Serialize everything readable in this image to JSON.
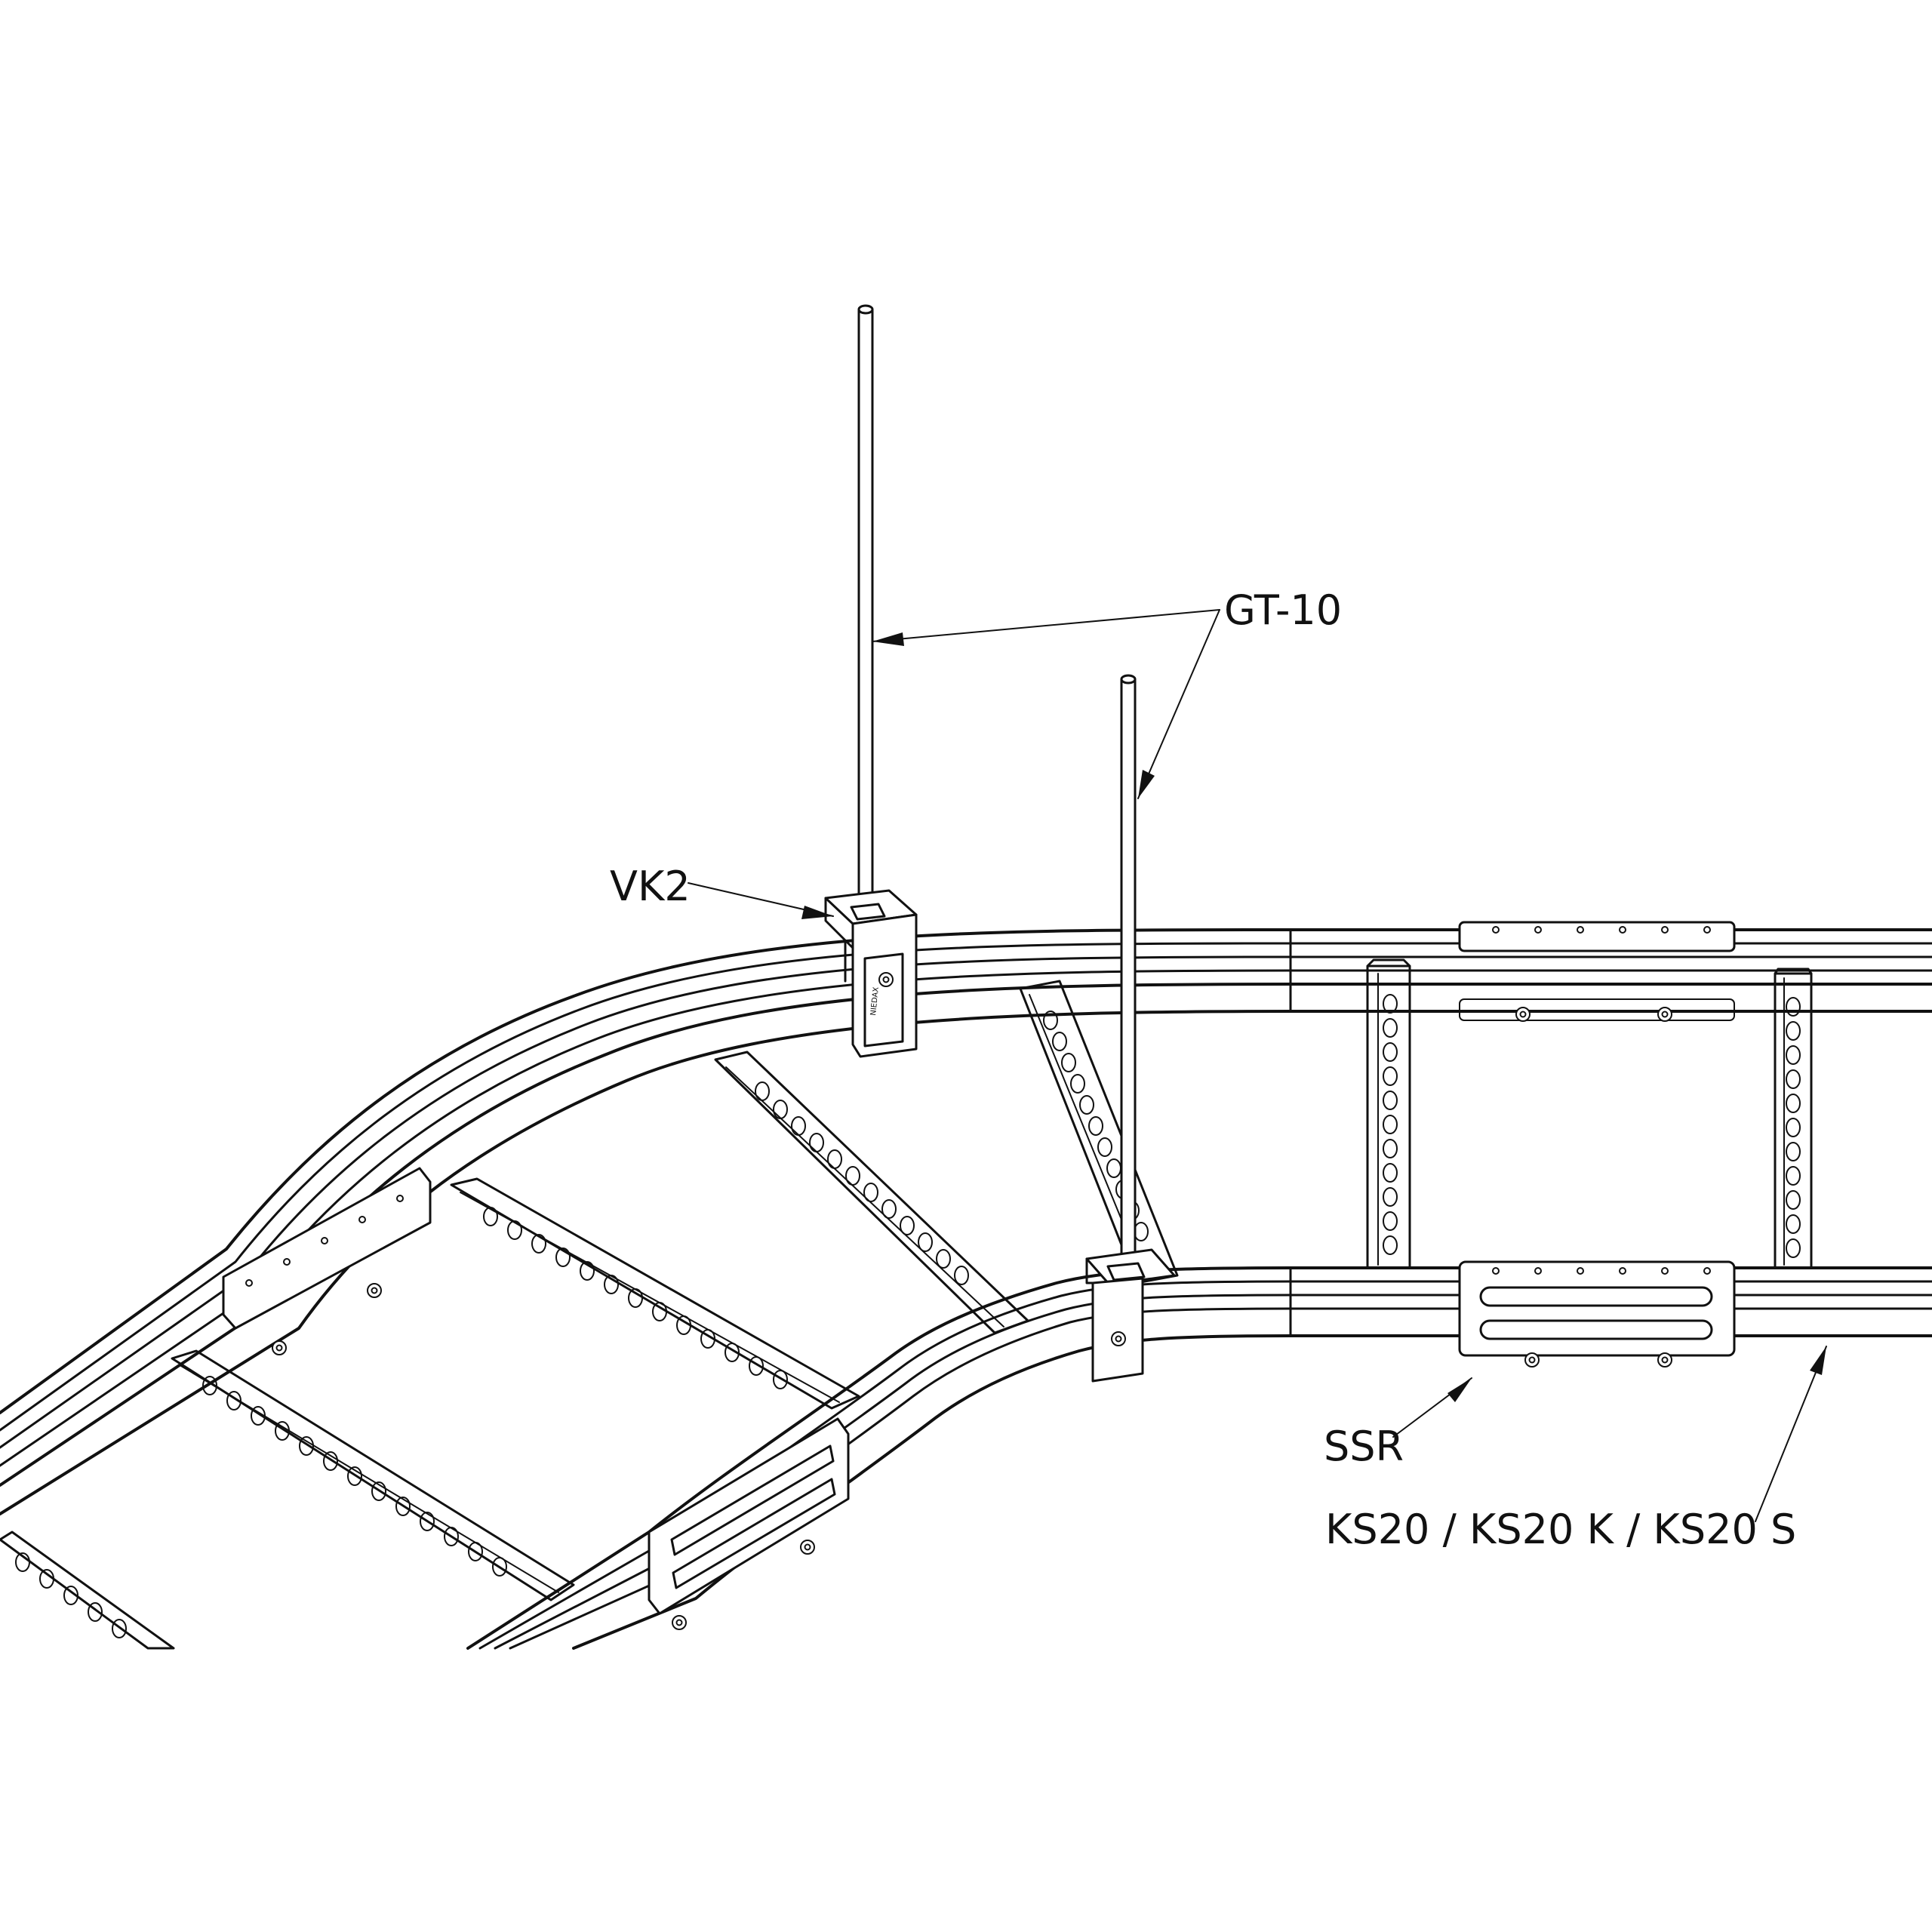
{
  "drawing": {
    "title": "",
    "labels": {
      "gt10": "GT-10",
      "vk2": "VK2",
      "ssr": "SSR",
      "ks20": "KS20 / KS20 K / KS20 S"
    },
    "line_color": "#111111",
    "background": "#ffffff"
  }
}
